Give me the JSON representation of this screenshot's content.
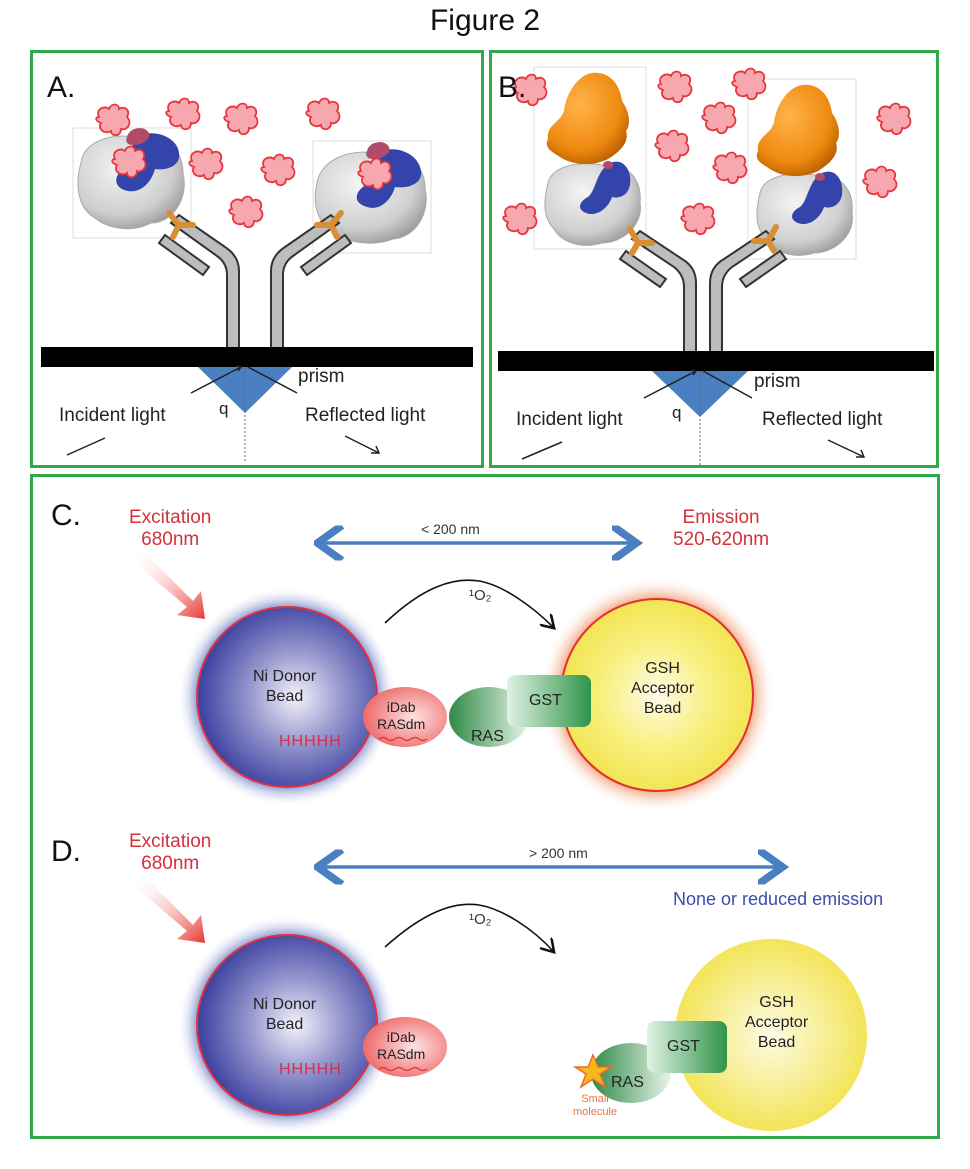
{
  "figure": {
    "title": "Figure 2"
  },
  "panels": {
    "A": {
      "label": "A.",
      "prism_label": "prism",
      "angle_label": "q",
      "incident_label": "Incident light",
      "reflected_label": "Reflected light"
    },
    "B": {
      "label": "B.",
      "prism_label": "prism",
      "angle_label": "q",
      "incident_label": "Incident light",
      "reflected_label": "Reflected light"
    },
    "C": {
      "label": "C.",
      "excitation_line1": "Excitation",
      "excitation_line2": "680nm",
      "distance_label": "< 200 nm",
      "singlet_oxygen_label": "¹O₂",
      "emission_line1": "Emission",
      "emission_line2": "520-620nm",
      "donor_line1": "Ni Donor",
      "donor_line2": "Bead",
      "his_tag": "HHHHH",
      "idab_line1": "iDab",
      "idab_line2": "RASdm",
      "ras_label": "RAS",
      "gst_label": "GST",
      "acceptor_line1": "GSH",
      "acceptor_line2": "Acceptor",
      "acceptor_line3": "Bead"
    },
    "D": {
      "label": "D.",
      "excitation_line1": "Excitation",
      "excitation_line2": "680nm",
      "distance_label": "> 200 nm",
      "singlet_oxygen_label": "¹O₂",
      "emission_text": "None  or reduced emission",
      "donor_line1": "Ni Donor",
      "donor_line2": "Bead",
      "his_tag": "HHHHH",
      "idab_line1": "iDab",
      "idab_line2": "RASdm",
      "ras_label": "RAS",
      "gst_label": "GST",
      "acceptor_line1": "GSH",
      "acceptor_line2": "Acceptor",
      "acceptor_line3": "Bead",
      "small_molecule_line1": "Small",
      "small_molecule_line2": "molecule"
    }
  },
  "colors": {
    "panel_border": "#2fa84a",
    "prism": "#4a7fc1",
    "donor_bead": "#3a3f9e",
    "acceptor_bead": "#f2e64a",
    "emission_glow": "#ee7a45",
    "excitation_text": "#d2323a",
    "distance_arrow": "#4a7fc1",
    "gst": "#3fa55a",
    "antigen": "#f5a0a8",
    "protein_blue": "#3344aa",
    "protein_orange": "#ef8a10"
  }
}
